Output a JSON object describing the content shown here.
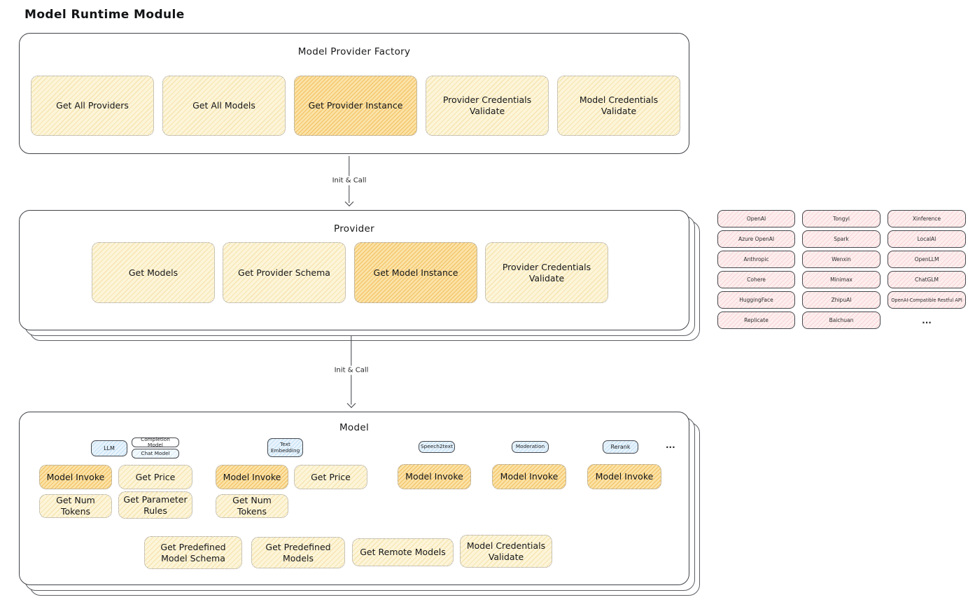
{
  "title": "Model Runtime Module",
  "colors": {
    "node_yellow": "#fdf5d9",
    "node_orange_highlight": "#fbe3a8",
    "chip_pink": "#fdeeee",
    "tag_blue": "#e8f3fc",
    "border_dark": "#3f4247",
    "node_border_dotted": "#96969a"
  },
  "arrows": {
    "factory_to_provider": "Init & Call",
    "provider_to_model": "Init & Call"
  },
  "factory": {
    "title": "Model Provider Factory",
    "items": [
      {
        "label": "Get All Providers",
        "highlight": false
      },
      {
        "label": "Get All Models",
        "highlight": false
      },
      {
        "label": "Get Provider Instance",
        "highlight": true
      },
      {
        "label": "Provider Credentials Validate",
        "highlight": false
      },
      {
        "label": "Model Credentials Validate",
        "highlight": false
      }
    ]
  },
  "provider": {
    "title": "Provider",
    "items": [
      {
        "label": "Get Models",
        "highlight": false
      },
      {
        "label": "Get Provider Schema",
        "highlight": false
      },
      {
        "label": "Get Model Instance",
        "highlight": true
      },
      {
        "label": "Provider Credentials Validate",
        "highlight": false
      }
    ]
  },
  "providers": {
    "rows": [
      [
        "OpenAI",
        "Tongyi",
        "Xinference"
      ],
      [
        "Azure OpenAI",
        "Spark",
        "LocalAI"
      ],
      [
        "Anthropic",
        "Wenxin",
        "OpenLLM"
      ],
      [
        "Cohere",
        "Minimax",
        "ChatGLM"
      ],
      [
        "HuggingFace",
        "ZhipuAI",
        "OpenAI-Compatible Restful API"
      ],
      [
        "Replicate",
        "Baichuan"
      ]
    ],
    "more": "..."
  },
  "model": {
    "title": "Model",
    "tags": {
      "llm": "LLM",
      "completion_model": "Completion Model",
      "chat_model": "Chat Model",
      "text_embedding": "Text Embedding",
      "speech2text": "Speech2text",
      "moderation": "Moderation",
      "rerank": "Rerank"
    },
    "functions": {
      "model_invoke": "Model Invoke",
      "get_price": "Get Price",
      "get_num_tokens": "Get Num Tokens",
      "get_parameter_rules": "Get Parameter Rules"
    },
    "more": "...",
    "bottom": [
      "Get Predefined Model Schema",
      "Get Predefined Models",
      "Get Remote Models",
      "Model Credentials Validate"
    ]
  }
}
